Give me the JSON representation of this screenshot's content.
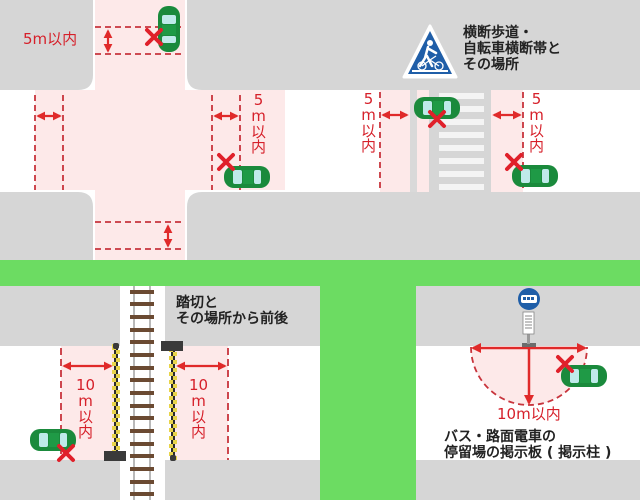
{
  "colors": {
    "sidewalk": "#d6d6d6",
    "road": "#ffffff",
    "zone_fill": "#fde9e9",
    "zone_line": "#c8343c",
    "arrow": "#e02a2a",
    "cross_mark": "#e0202a",
    "car_body": "#1a8a3c",
    "car_glass": "#bfeaea",
    "divider_green": "#6cdc62",
    "text_label": "#d6202a",
    "text_caption": "#222222",
    "sign_blue": "#1f5ea8",
    "rail_tie": "#6b4a32",
    "rail_steel": "#b9b9b9",
    "gate_yellow": "#e8d44a",
    "gate_black": "#2b2b2b"
  },
  "panels": {
    "intersection": {
      "label_top": "5m以内",
      "label_right_chars": [
        "5",
        "m",
        "以",
        "内"
      ]
    },
    "crosswalk": {
      "caption_lines": [
        "横断歩道・",
        "自転車横断帯と",
        "その場所"
      ],
      "label_left_chars": [
        "5",
        "m",
        "以",
        "内"
      ],
      "label_right_chars": [
        "5",
        "m",
        "以",
        "内"
      ],
      "sign_icon": "pedestrian-bicycle-crossing-sign"
    },
    "railroad": {
      "caption_lines": [
        "踏切と",
        "その場所から前後"
      ],
      "label_left_chars": [
        "10",
        "m",
        "以",
        "内"
      ],
      "label_right_chars": [
        "10",
        "m",
        "以",
        "内"
      ]
    },
    "bus_stop": {
      "label_distance": "10m以内",
      "caption_lines": [
        "バス・路面電車の",
        "停留場の掲示板 ( 掲示柱 )"
      ],
      "sign_icon": "bus-stop-sign"
    }
  }
}
